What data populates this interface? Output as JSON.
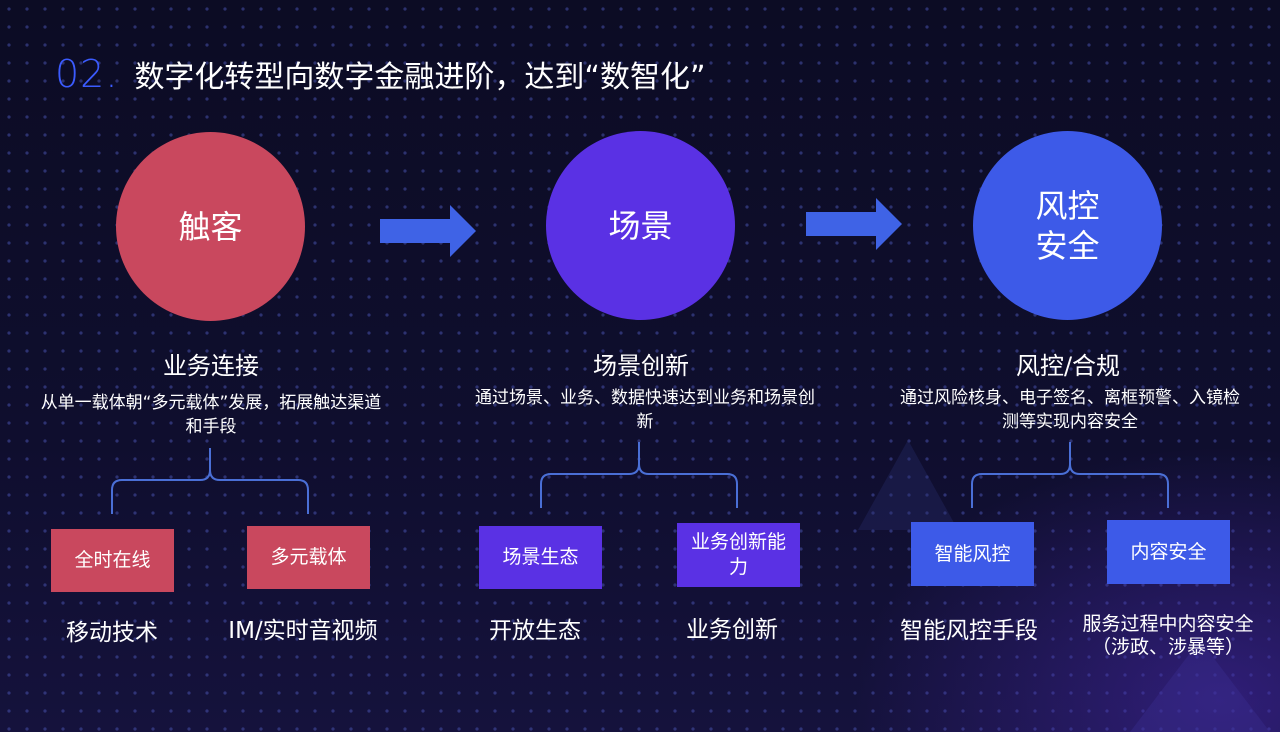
{
  "title": {
    "number": "02.",
    "text": "数字化转型向数字金融进阶，达到“数智化”"
  },
  "stages": [
    {
      "circle_label": "触客",
      "heading": "业务连接",
      "desc": "从单一载体朝“多元载体”发展，拓展触达渠道和手段",
      "boxes": [
        {
          "label": "全时在线",
          "caption": "移动技术"
        },
        {
          "label": "多元载体",
          "caption": "IM/实时音视频"
        }
      ]
    },
    {
      "circle_label": "场景",
      "heading": "场景创新",
      "desc": "通过场景、业务、数据快速达到业务和场景创新",
      "boxes": [
        {
          "label": "场景生态",
          "caption": "开放生态"
        },
        {
          "label": "业务创新能力",
          "caption": "业务创新"
        }
      ]
    },
    {
      "circle_label_lines": [
        "风控",
        "安全"
      ],
      "heading": "风控/合规",
      "desc": "通过风险核身、电子签名、离框预警、入镜检测等实现内容安全",
      "boxes": [
        {
          "label": "智能风控",
          "caption": "智能风控手段"
        },
        {
          "label": "内容安全",
          "caption": "服务过程中内容安全（涉政、涉暴等）"
        }
      ]
    }
  ],
  "colors": {
    "accent": "#3b5bff",
    "red": "#c9485e",
    "purple": "#5a31e4",
    "blue": "#3d5ae8",
    "brace": "#4a6fd6",
    "arrow": "#3f63e6"
  }
}
